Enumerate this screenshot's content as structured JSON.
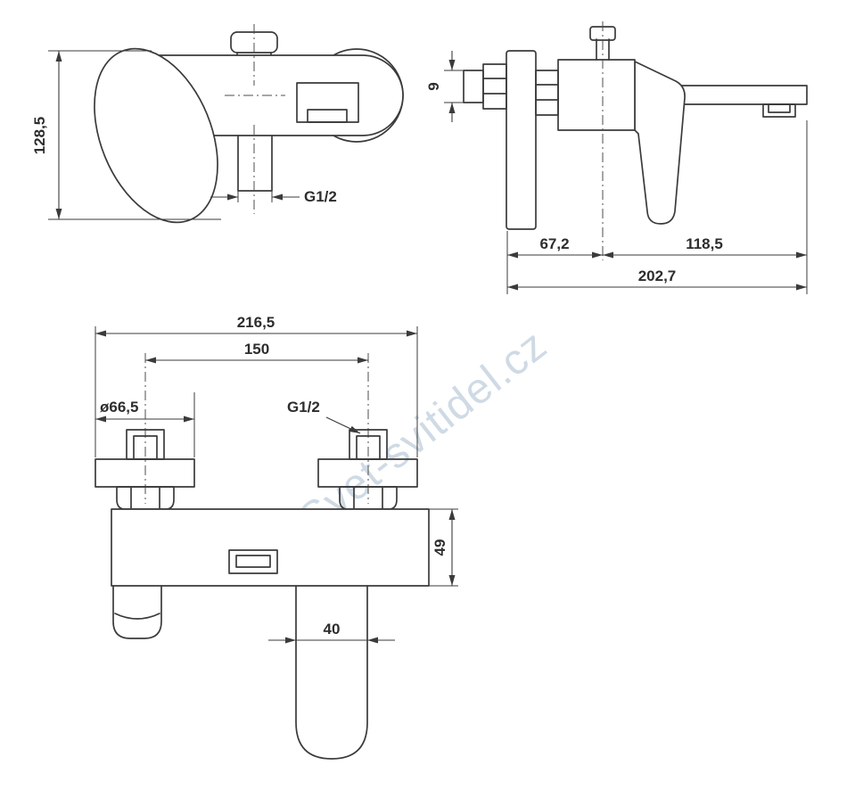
{
  "watermark": "Svet-svitidel.cz",
  "drawing": {
    "front": {
      "height": "128,5",
      "thread": "G1/2"
    },
    "side": {
      "inlet_depth": "9",
      "wall_to_center": "67,2",
      "center_to_spout": "118,5",
      "total_depth": "202,7"
    },
    "bottom": {
      "total_width": "216,5",
      "centers_distance": "150",
      "flange_diameter": "ø66,5",
      "thread": "G1/2",
      "body_height": "49",
      "spout_width": "40"
    }
  }
}
